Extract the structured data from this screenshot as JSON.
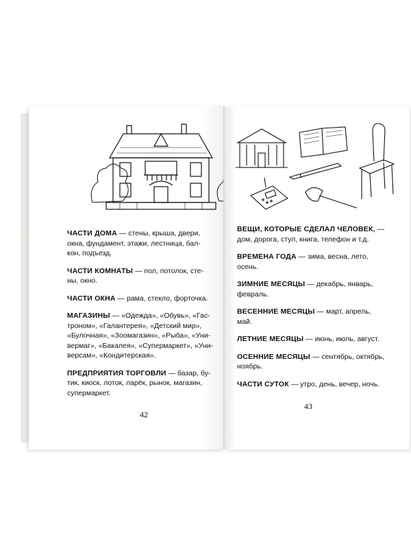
{
  "left_page": {
    "number": "42",
    "entries": [
      {
        "term": "ЧАСТИ ДОМА",
        "lines": [
          " — стены, крыша, двери,",
          "окна, фундамент, этажи, лестница, бал-",
          "кон, подъезд."
        ]
      },
      {
        "term": "ЧАСТИ КОМНАТЫ",
        "lines": [
          " — пол, потолок, сте-",
          "ны, окно."
        ]
      },
      {
        "term": "ЧАСТИ ОКНА",
        "lines": [
          " — рама, стекло, форточка."
        ]
      },
      {
        "term": "МАГАЗИНЫ",
        "lines": [
          " — «Одежда», «Обувь», «Гас-",
          "троном», «Галантерея», «Детский мир»,",
          "«Булочная», «Зоомагазин», «Рыба», «Уни-",
          "вермаг», «Бакалея», «Супермаркет», «Уни-",
          "версам», «Кондитерская»."
        ]
      },
      {
        "term": "ПРЕДПРИЯТИЯ ТОРГОВЛИ",
        "lines": [
          " — базар, бу-",
          "тик, киоск, лоток, ларёк, рынок, магазин,",
          "супермаркет."
        ]
      }
    ]
  },
  "right_page": {
    "number": "43",
    "entries": [
      {
        "term": "ВЕЩИ, КОТОРЫЕ СДЕЛАЛ ЧЕЛОВЕК,",
        "lines": [
          " —",
          "дом, дорога, стул, книга, телефон и т.д."
        ]
      },
      {
        "term": "ВРЕМЕНА ГОДА",
        "lines": [
          " — зима, весна, лето,",
          "осень."
        ]
      },
      {
        "term": "ЗИМНИЕ МЕСЯЦЫ",
        "lines": [
          " — декабрь, январь,",
          "февраль."
        ]
      },
      {
        "term": "ВЕСЕННИЕ МЕСЯЦЫ",
        "lines": [
          " — март, апрель,",
          "май."
        ]
      },
      {
        "term": "ЛЕТНИЕ МЕСЯЦЫ",
        "lines": [
          " — июнь, июль, август."
        ]
      },
      {
        "term": "ОСЕННИЕ МЕСЯЦЫ",
        "lines": [
          " — сентябрь, октябрь,",
          "ноябрь."
        ]
      },
      {
        "term": "ЧАСТИ СУТОК",
        "lines": [
          " — утро, день, вечер, ночь."
        ]
      }
    ]
  },
  "colors": {
    "ink": "#111111",
    "paper": "#ffffff"
  },
  "icons": [
    "house-illustration",
    "building-illustration",
    "book-illustration",
    "pen-illustration",
    "phone-illustration",
    "chair-illustration",
    "shovel-illustration"
  ]
}
